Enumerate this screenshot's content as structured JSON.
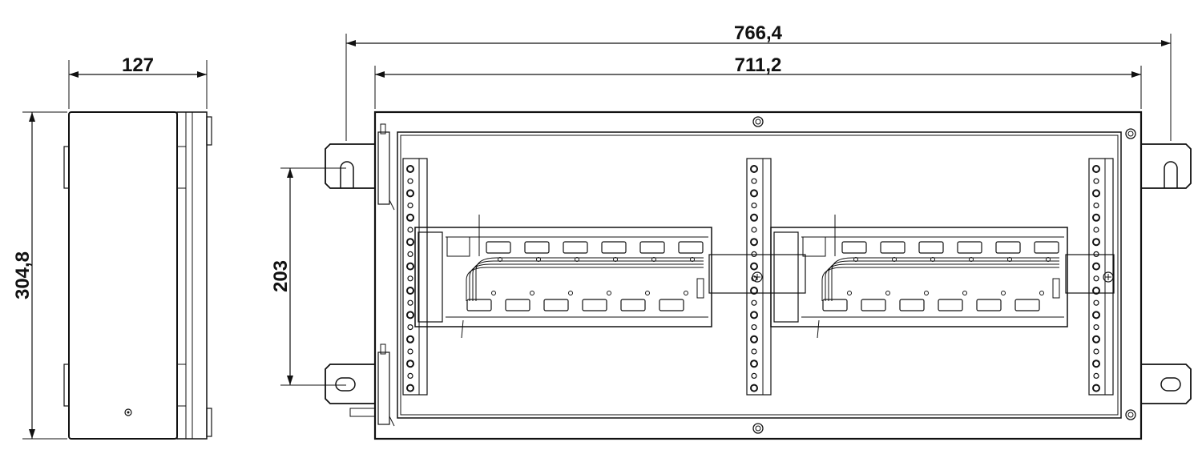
{
  "dimensions": {
    "side_width": "127",
    "side_height": "304,8",
    "overall_width": "766,4",
    "mounting_width": "711,2",
    "mounting_height": "203"
  },
  "colors": {
    "line": "#111111",
    "background": "#ffffff"
  }
}
